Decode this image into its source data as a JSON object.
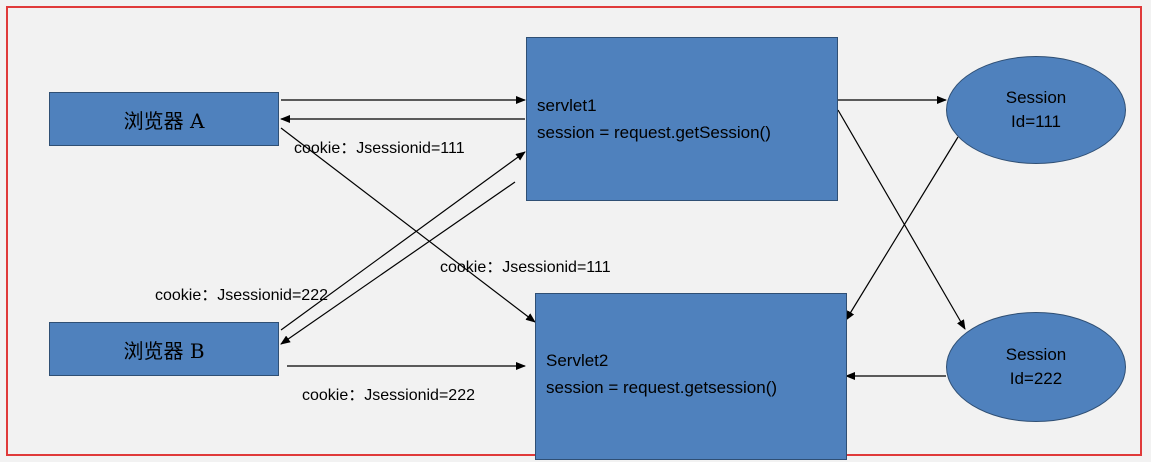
{
  "browsers": {
    "a": "浏览器 A",
    "b": "浏览器 B"
  },
  "servlets": {
    "s1": {
      "line1": "servlet1",
      "line2": "session = request.getSession()"
    },
    "s2": {
      "line1": "Servlet2",
      "line2": "session = request.getsession()"
    }
  },
  "sessions": {
    "s111": {
      "line1": "Session",
      "line2": "Id=111"
    },
    "s222": {
      "line1": "Session",
      "line2": "Id=222"
    }
  },
  "labels": {
    "cookie_a_return": "cookie：Jsessionid=111",
    "cookie_a_to_s2": "cookie：Jsessionid=111",
    "cookie_b_return": "cookie：Jsessionid=222",
    "cookie_b_to_s2": "cookie：Jsessionid=222"
  },
  "colors": {
    "box_fill": "#4f81bd",
    "frame": "#e03a3a",
    "background": "#f2f2f2"
  }
}
